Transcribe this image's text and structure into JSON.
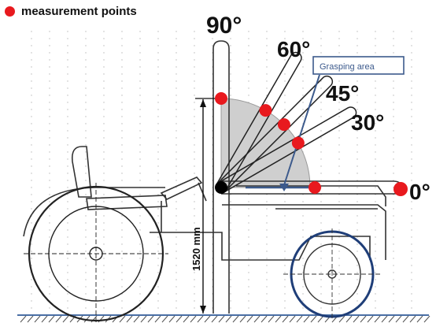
{
  "legend": {
    "label": "measurement points",
    "dot_color": "#e8191e"
  },
  "angles": [
    {
      "label": "90°",
      "degrees": 90
    },
    {
      "label": "60°",
      "degrees": 60
    },
    {
      "label": "45°",
      "degrees": 45
    },
    {
      "label": "30°",
      "degrees": 30
    },
    {
      "label": "0°",
      "degrees": 0
    }
  ],
  "callout": {
    "label": "Grasping area"
  },
  "dimension": {
    "label": "1520 mm"
  },
  "colors": {
    "grasp_area": "#cfcfcf",
    "point": "#e8191e",
    "pivot": "#000000",
    "line": "#222222",
    "callout": "#3c5a8c",
    "ground": "#4a6fa5",
    "wheel_outline": "#1f3e78"
  }
}
